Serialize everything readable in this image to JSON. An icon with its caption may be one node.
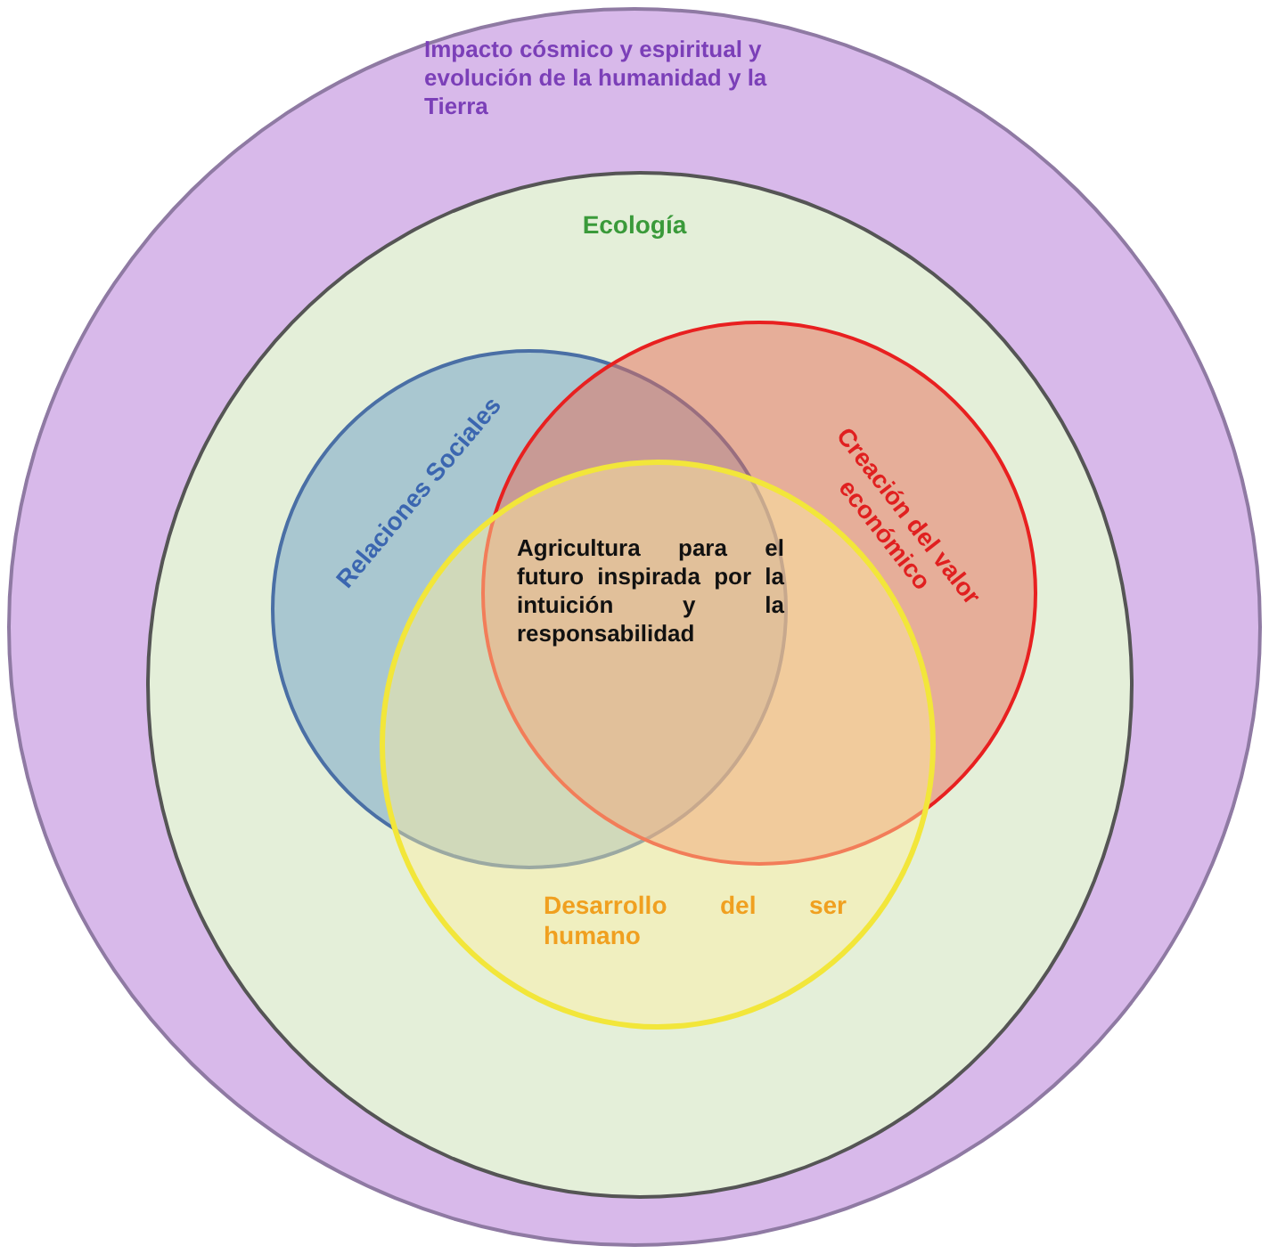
{
  "diagram": {
    "nodes": [
      {
        "text": [
          "Impacto cósmico y espiritual y evolución de la humanidad y la Tierra"
        ]
      },
      {
        "text": [
          "Ecología"
        ],
        "in": 0
      },
      {
        "text": [
          "Relaciones Sociales"
        ],
        "in": 1
      },
      {
        "text": [
          "Creación del valor económico"
        ],
        "in": 1
      },
      {
        "text": [
          "Desarrollo del ser humano"
        ],
        "in": 1
      },
      {
        "text": [
          "Agricultura para el futuro inspirada por la intuición y la responsabilidad"
        ]
      }
    ]
  }
}
